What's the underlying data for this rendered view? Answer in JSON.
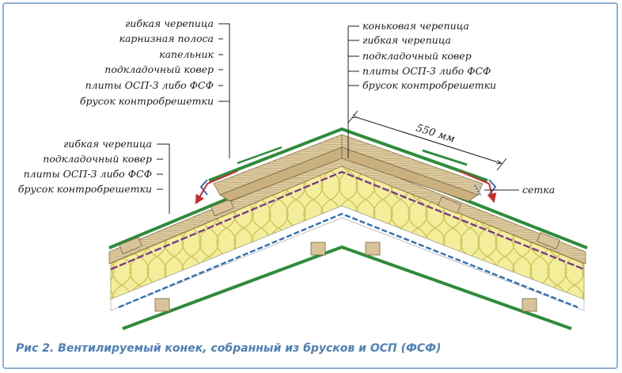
{
  "labels_upper_left": [
    "гибкая черепица",
    "карнизная полоса",
    "капельник",
    "подкладочный ковер",
    "плиты ОСП-3 либо ФСФ",
    "брусок контробрешетки"
  ],
  "labels_lower_left": [
    "гибкая черепица",
    "подкладочный ковер",
    "плиты ОСП-3 либо ФСФ",
    "брусок контробрешетки"
  ],
  "labels_right": [
    "коньковая черепица",
    "гибкая черепица",
    "подкладочный ковер",
    "плиты ОСП-3 либо ФСФ",
    "брусок контробрешетки"
  ],
  "dimension": "550 мм",
  "mesh_label": "сетка",
  "caption": "Рис 2. Вентилируемый конек, собранный из брусков и ОСП (ФСФ)",
  "colors": {
    "frame": "#8fb0d3",
    "shingle_green": "#2e8b3a",
    "osb": "#d9c9a3",
    "insulation": "#f3ee9c",
    "membrane_purple": "#7a3b8c",
    "membrane_blue": "#2f6fb3",
    "vent_arrow": "#cc2b2b",
    "caption": "#4f7fb8"
  }
}
